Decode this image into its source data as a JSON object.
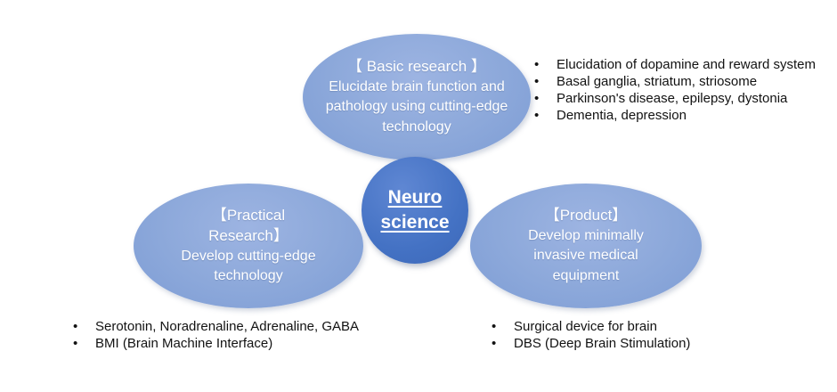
{
  "center": {
    "line1": "Neuro",
    "line2": "science"
  },
  "nodes": {
    "basic": {
      "title": "【 Basic research 】",
      "body": "Elucidate brain function and pathology using cutting-edge technology"
    },
    "practical": {
      "title": "【Practical Research】",
      "body": "Develop cutting-edge technology"
    },
    "product": {
      "title": "【Product】",
      "body": "Develop minimally invasive medical equipment"
    }
  },
  "lists": {
    "basic_notes": [
      "Elucidation of dopamine and reward system",
      "Basal ganglia, striatum, striosome",
      "Parkinson's disease, epilepsy, dystonia",
      "Dementia, depression"
    ],
    "practical_notes": [
      "Serotonin, Noradrenaline, Adrenaline, GABA",
      "BMI (Brain Machine Interface)"
    ],
    "product_notes": [
      "Surgical device for brain",
      "DBS (Deep Brain Stimulation)"
    ]
  },
  "colors": {
    "ellipse_fill": "#8ca8da",
    "center_circle_fill": "#4472c4",
    "node_text": "#ffffff",
    "notes_text": "#121212",
    "background": "#ffffff"
  }
}
